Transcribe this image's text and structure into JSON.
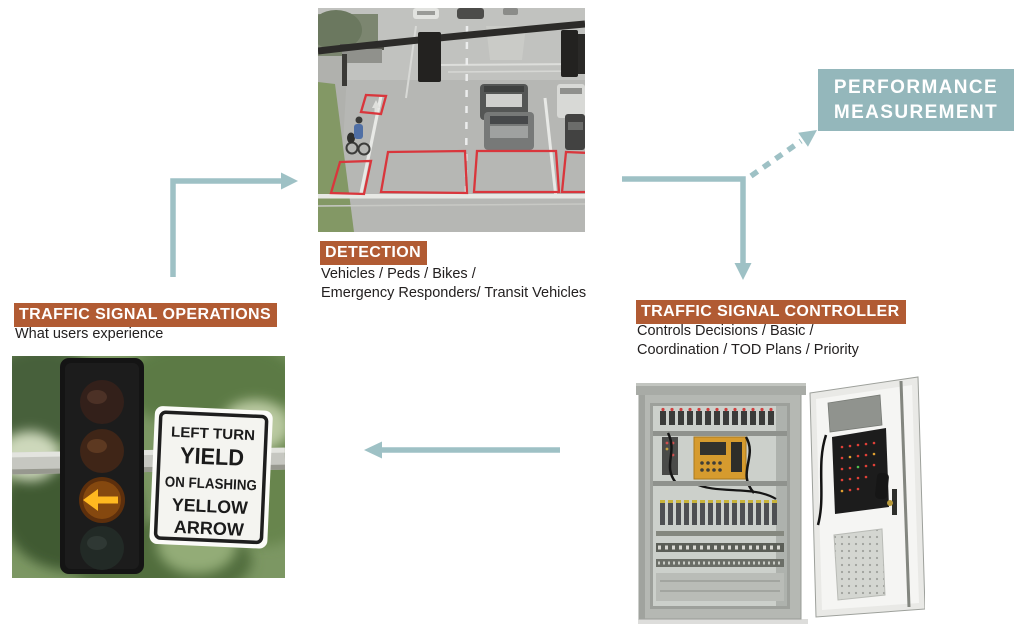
{
  "colors": {
    "label_bg_orange": "#b15b33",
    "performance_box_teal": "#94b7bb",
    "arrow_teal": "#9ec1c5",
    "body_text": "#232020",
    "detection_zone_red": "#d9363c",
    "flashing_arrow_yellow": "#ffb920"
  },
  "nodes": {
    "detection": {
      "label": "DETECTION",
      "desc_line1": "Vehicles / Peds / Bikes /",
      "desc_line2": "Emergency Responders/ Transit Vehicles"
    },
    "performance_measurement": {
      "label_line1": "PERFORMANCE",
      "label_line2": "MEASUREMENT"
    },
    "traffic_signal_controller": {
      "label": "TRAFFIC SIGNAL CONTROLLER",
      "desc_line1": "Controls Decisions / Basic /",
      "desc_line2": "Coordination / TOD Plans / Priority"
    },
    "traffic_signal_operations": {
      "label": "TRAFFIC SIGNAL OPERATIONS",
      "desc_line1": "What users experience"
    }
  },
  "sign": {
    "line1": "LEFT TURN",
    "line2": "YIELD",
    "line3": "ON FLASHING",
    "line4": "YELLOW",
    "line5": "ARROW"
  }
}
